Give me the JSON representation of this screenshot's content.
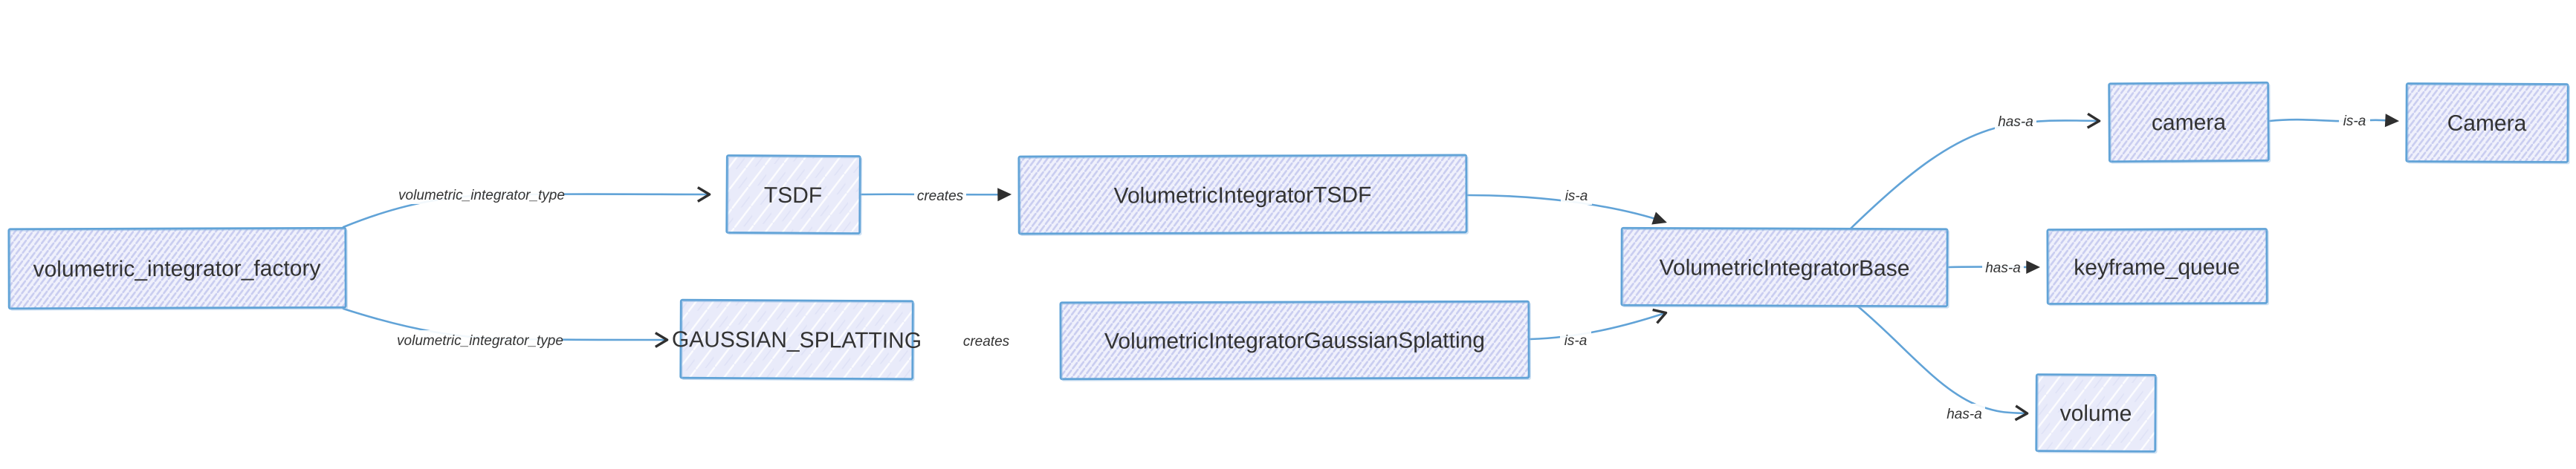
{
  "diagram": {
    "type": "flowchart",
    "nodes": {
      "factory": {
        "label": "volumetric_integrator_factory"
      },
      "tsdf": {
        "label": "TSDF"
      },
      "vi_tsdf": {
        "label": "VolumetricIntegratorTSDF"
      },
      "gaussian": {
        "label": "GAUSSIAN_SPLATTING"
      },
      "vi_gaussian": {
        "label": "VolumetricIntegratorGaussianSplatting"
      },
      "base": {
        "label": "VolumetricIntegratorBase"
      },
      "camera_member": {
        "label": "camera"
      },
      "camera_class": {
        "label": "Camera"
      },
      "keyframe_queue": {
        "label": "keyframe_queue"
      },
      "volume": {
        "label": "volume"
      }
    },
    "edges": {
      "factory_to_tsdf": {
        "label": "volumetric_integrator_type"
      },
      "factory_to_gaussian": {
        "label": "volumetric_integrator_type"
      },
      "tsdf_to_vi_tsdf": {
        "label": "creates"
      },
      "gaussian_to_vi_gaussian": {
        "label": "creates"
      },
      "vi_tsdf_to_base": {
        "label": "is-a"
      },
      "vi_gaussian_to_base": {
        "label": "is-a"
      },
      "base_to_camera": {
        "label": "has-a"
      },
      "camera_to_camera_class": {
        "label": "is-a"
      },
      "base_to_keyframe_queue": {
        "label": "has-a"
      },
      "base_to_volume": {
        "label": "has-a"
      }
    },
    "colors": {
      "edge": "#61a3d7",
      "node_border": "#61a3d7",
      "node_fill": "#eef0fc",
      "hatch_line": "#c9cdf0",
      "text": "#333333",
      "arrowhead": "#2f2f2f",
      "background": "#ffffff"
    }
  }
}
